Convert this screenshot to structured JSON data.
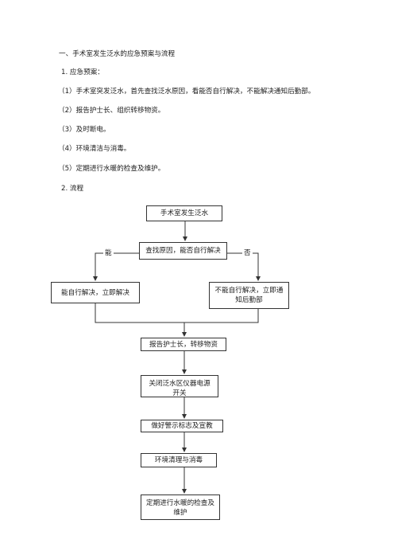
{
  "heading": "一、手术室发生泛水的应急预案与流程",
  "section1_title": "1. 应急预案：",
  "steps": [
    "（1）手术室突发泛水，首先查找泛水原因，看能否自行解决，不能解决通知后勤部。",
    "（2）报告护士长、组织转移物资。",
    "（3）及时断电。",
    "（4）环境清洁与消毒。",
    "（5）定期进行水暖的检查及维护。"
  ],
  "section2_title": "2. 流程",
  "flow": {
    "start": "手术室发生泛水",
    "find_cause": "查找原因，能否自行解决",
    "yes_label": "能",
    "no_label": "否",
    "yes_box": "能自行解决，立即解决",
    "no_box": "不能自行解决，立即通\n知后勤部",
    "report": "报告护士长，转移物资",
    "power_off": "关闭泛水区仪器电源\n开关",
    "warning": "做好警示标志及宣教",
    "clean": "环境清理与消毒",
    "maintain": "定期进行水暖的检查及\n维护"
  }
}
